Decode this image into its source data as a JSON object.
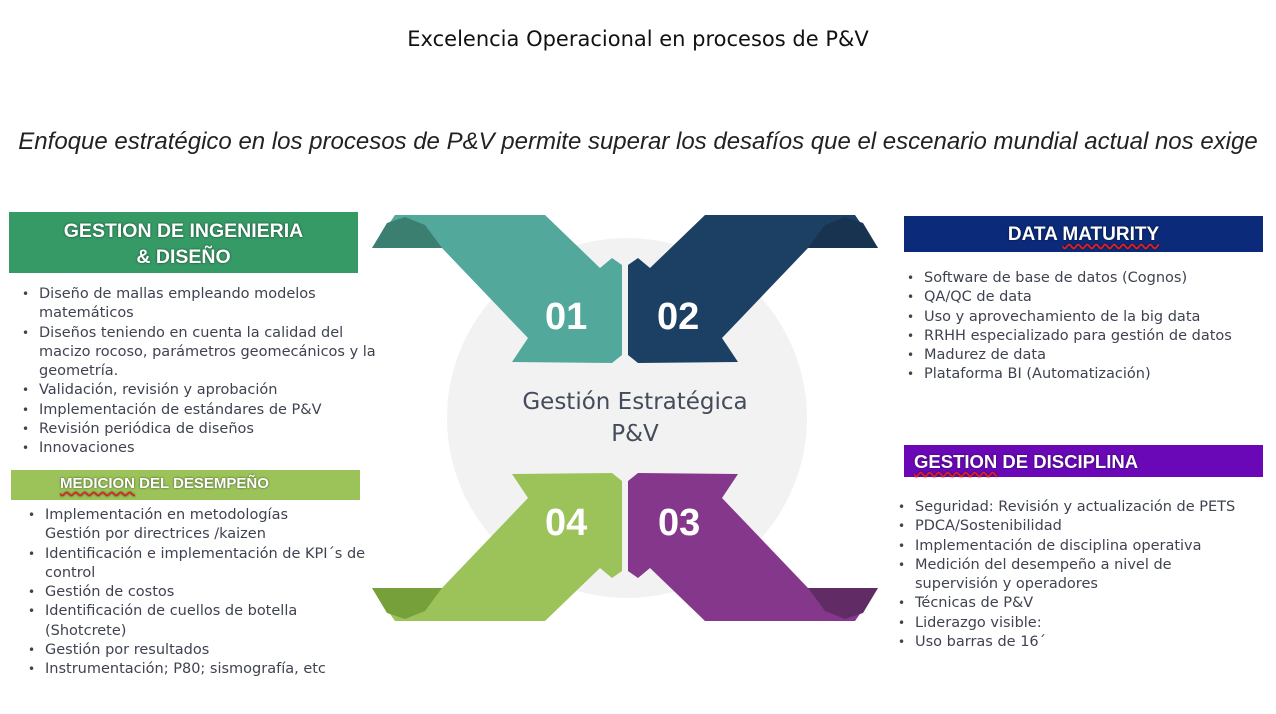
{
  "title": "Excelencia Operacional en procesos de P&V",
  "subtitle": "Enfoque estratégico en los procesos de P&V permite superar los desafíos que el escenario mundial actual nos exige",
  "center": {
    "line1": "Gestión Estratégica",
    "line2": "P&V",
    "numbers": [
      "01",
      "02",
      "03",
      "04"
    ]
  },
  "colors": {
    "ingenieria": "#359a65",
    "data": "#0b2a7a",
    "disciplina": "#6a08b8",
    "medicion": "#9bc35a"
  },
  "sections": {
    "ingenieria": {
      "title1": "GESTION DE INGENIERIA",
      "title2": "& DISEÑO",
      "items": [
        "Diseño de mallas empleando modelos matemáticos",
        "Diseños teniendo en cuenta la calidad del macizo rocoso, parámetros geomecánicos y la geometría.",
        "Validación, revisión y aprobación",
        "Implementación de estándares de P&V",
        "Revisión periódica de diseños",
        "Innovaciones"
      ]
    },
    "medicion": {
      "title_a": "MEDICION",
      "title_b": " DEL DESEMPEÑO",
      "items": [
        "Implementación en metodologías Gestión por directrices /kaizen",
        "Identificación e implementación de KPI´s de control",
        "Gestión de costos",
        "Identificación de cuellos de botella (Shotcrete)",
        "Gestión por resultados",
        "Instrumentación; P80; sismografía, etc"
      ]
    },
    "data": {
      "title_a": "DATA ",
      "title_b": "MATURITY",
      "items": [
        "Software de base de datos (Cognos)",
        "QA/QC de data",
        "Uso y  aprovechamiento de la big data",
        "RRHH especializado para gestión de datos",
        "Madurez de data",
        "Plataforma BI (Automatización)"
      ]
    },
    "disciplina": {
      "title_a": "GESTION",
      "title_b": " DE DISCIPLINA",
      "items": [
        "Seguridad: Revisión y actualización de PETS",
        "PDCA/Sostenibilidad",
        "Implementación de disciplina operativa",
        "Medición del desempeño a nivel de supervisión y operadores",
        "Técnicas de P&V",
        "Liderazgo visible:",
        "Uso barras de 16´"
      ]
    }
  }
}
